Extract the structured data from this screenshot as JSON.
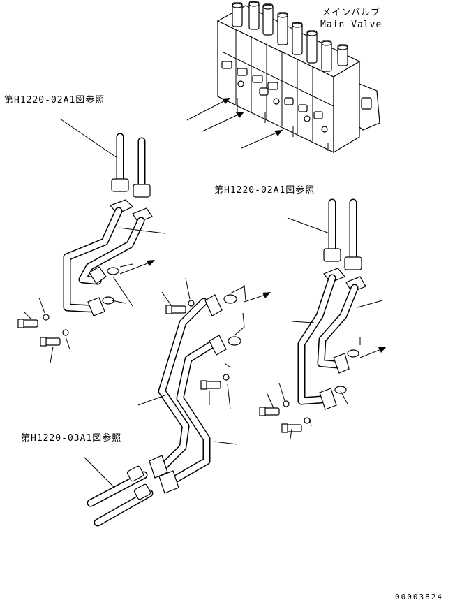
{
  "labels": {
    "main_valve_jp": "メインバルブ",
    "main_valve_en": "Main Valve",
    "ref_1": "第H1220-02A1図参照",
    "ref_2": "第H1220-02A1図参照",
    "ref_3": "第H1220-03A1図参照",
    "drawing_number": "00003824"
  }
}
